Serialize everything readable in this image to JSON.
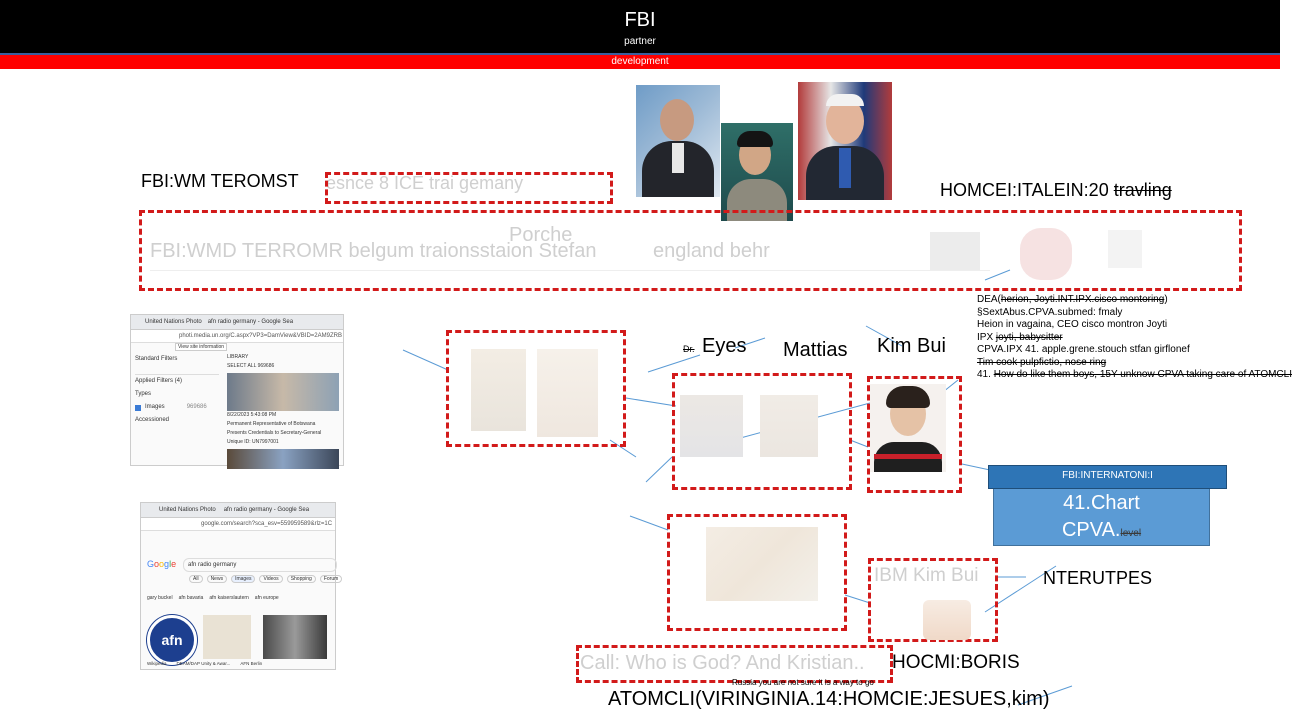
{
  "header": {
    "title": "FBI",
    "subtitle": "partner",
    "bar_label": "development"
  },
  "labels": {
    "wm_terror": "FBI:WM TEROMST",
    "wm_terror_faint": "esnce 8 ICE trai gemany",
    "porche": "Porche",
    "wmd": "FBI:WMD TERROMR  belgum traionsstaion Stefan",
    "england": "england behr",
    "homcei": "HOMCEI:ITALEIN:20",
    "travling": "travling",
    "dr": "Dr.",
    "eyes": "Eyes",
    "mattias": "Mattias",
    "kim_bui": "Kim Bui",
    "ibm_kim_bui": "IBM Kim Bui",
    "nterutpes": "NTERUTPES",
    "call_god": "Call: Who is God? And Kristian..",
    "hocmi_boris": "HOCMI:BORIS",
    "small_caption": "Russia you are not sure it is a way to go",
    "atomcli": "ATOMCLI(VIRINGINIA.14:HOMCIE:JESUES,kim)"
  },
  "notes": [
    {
      "prefix": "DEA(",
      "strike": "herion, Joyti.INT.IPX.cisco montoring",
      "suffix": ")"
    },
    {
      "prefix": "§SextAbus.CPVA.submed: fmaly",
      "strike": "",
      "suffix": ""
    },
    {
      "prefix": "Heion in vagaina, CEO cisco montron Joyti",
      "strike": "",
      "suffix": ""
    },
    {
      "prefix": "IPX ",
      "strike": "joyti, babysitter",
      "suffix": ""
    },
    {
      "prefix": "CPVA.IPX 41. apple.grene.stouch stfan girflonef",
      "strike": "",
      "suffix": ""
    },
    {
      "prefix": "",
      "strike": "Tim cook pulpfictio, nose ring",
      "suffix": ""
    },
    {
      "prefix": "41. ",
      "strike": "How do like them boys, 15Y unknow CPVA taking care of ATOMCLI",
      "suffix": ""
    }
  ],
  "info_box": {
    "header": "FBI:INTERNATONI:I",
    "line1": "41.Chart",
    "line2": "CPVA.",
    "line2_small": "level"
  },
  "colors": {
    "red": "#ff0000",
    "dash_red": "#d21a1a",
    "line_blue": "#5b9bd5",
    "box_blue": "#5b9bd5",
    "box_header": "#2e75b6"
  },
  "screenshot1": {
    "tab1": "United Nations Photo",
    "tab2": "afn radio germany - Google Sea",
    "address": "photi.media.un.org/C.aspx?VP3=DamView&VBID=2AM9ZRB",
    "tooltip": "View site information",
    "standard_filters": "Standard Filters",
    "applied_filters": "Applied Filters (4)",
    "types": "Types",
    "images": "Images",
    "images_count": "969686",
    "accessioned": "Accessioned",
    "library": "LIBRARY",
    "select_all": "SELECT ALL 969686",
    "caption1": "8/22/2023 5:43:08 PM",
    "caption2": "Permanent Representative of Botswana",
    "caption3": "Presents Credentials to Secretary-General",
    "caption4": "Unique ID: UN7997001"
  },
  "screenshot2": {
    "tab1": "United Nations Photo",
    "tab2": "afn radio germany - Google Sea",
    "address": "google.com/search?sca_esv=559959589&rlz=1C",
    "query": "afn radio germany",
    "chips": [
      "All",
      "News",
      "Images",
      "Videos",
      "Shopping",
      "Forum"
    ],
    "suggestions": [
      "gary buckel",
      "afn bavaria",
      "afn kaiserslautern",
      "afn europe"
    ],
    "thumb_captions": [
      "Wikipedia",
      "DEAM/DAP Unity & Awar...",
      "AFN Berlin"
    ]
  }
}
